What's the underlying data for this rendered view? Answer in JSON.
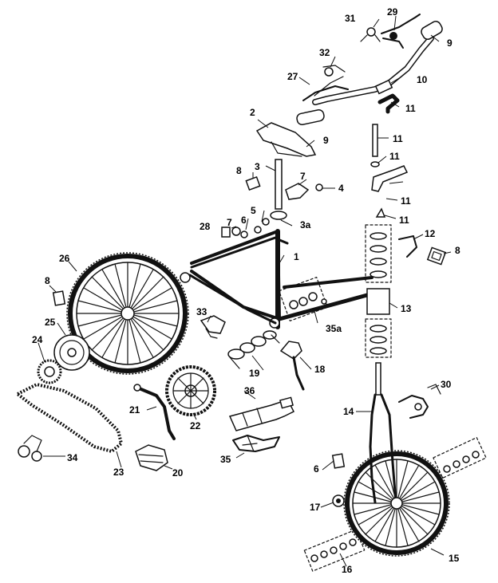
{
  "diagram": {
    "callouts": [
      {
        "id": "c1",
        "text": "1"
      },
      {
        "id": "c2",
        "text": "2"
      },
      {
        "id": "c3",
        "text": "3"
      },
      {
        "id": "c3a",
        "text": "3a"
      },
      {
        "id": "c4",
        "text": "4"
      },
      {
        "id": "c5",
        "text": "5"
      },
      {
        "id": "c6a",
        "text": "6"
      },
      {
        "id": "c6b",
        "text": "6"
      },
      {
        "id": "c7a",
        "text": "7"
      },
      {
        "id": "c7b",
        "text": "7"
      },
      {
        "id": "c8a",
        "text": "8"
      },
      {
        "id": "c8b",
        "text": "8"
      },
      {
        "id": "c8c",
        "text": "8"
      },
      {
        "id": "c9a",
        "text": "9"
      },
      {
        "id": "c9b",
        "text": "9"
      },
      {
        "id": "c10",
        "text": "10"
      },
      {
        "id": "c11a",
        "text": "11"
      },
      {
        "id": "c11b",
        "text": "11"
      },
      {
        "id": "c11c",
        "text": "11"
      },
      {
        "id": "c11d",
        "text": "11"
      },
      {
        "id": "c11e",
        "text": "11"
      },
      {
        "id": "c12",
        "text": "12"
      },
      {
        "id": "c13",
        "text": "13"
      },
      {
        "id": "c14",
        "text": "14"
      },
      {
        "id": "c15",
        "text": "15"
      },
      {
        "id": "c16",
        "text": "16"
      },
      {
        "id": "c17",
        "text": "17"
      },
      {
        "id": "c18",
        "text": "18"
      },
      {
        "id": "c19",
        "text": "19"
      },
      {
        "id": "c20",
        "text": "20"
      },
      {
        "id": "c21",
        "text": "21"
      },
      {
        "id": "c22",
        "text": "22"
      },
      {
        "id": "c23",
        "text": "23"
      },
      {
        "id": "c24",
        "text": "24"
      },
      {
        "id": "c25",
        "text": "25"
      },
      {
        "id": "c26",
        "text": "26"
      },
      {
        "id": "c27",
        "text": "27"
      },
      {
        "id": "c28",
        "text": "28"
      },
      {
        "id": "c29",
        "text": "29"
      },
      {
        "id": "c30",
        "text": "30"
      },
      {
        "id": "c31",
        "text": "31"
      },
      {
        "id": "c32",
        "text": "32"
      },
      {
        "id": "c33",
        "text": "33"
      },
      {
        "id": "c34",
        "text": "34"
      },
      {
        "id": "c35",
        "text": "35"
      },
      {
        "id": "c35a",
        "text": "35a"
      },
      {
        "id": "c36",
        "text": "36"
      }
    ]
  }
}
